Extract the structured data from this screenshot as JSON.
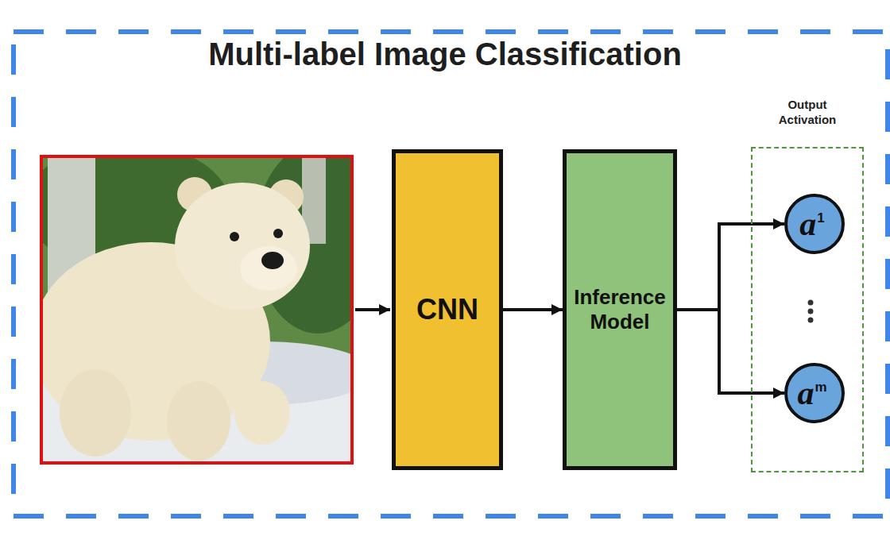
{
  "diagram": {
    "title": "Multi-label Image Classification",
    "nodes": [
      {
        "text": [
          "CNN"
        ]
      },
      {
        "text": [
          "Inference Model"
        ]
      },
      {
        "text": [
          "Output Activation"
        ]
      },
      {
        "text": [
          "a",
          "1"
        ],
        "in": 2
      },
      {
        "text": [
          "a",
          "m"
        ],
        "in": 2
      }
    ],
    "edges": [
      {
        "from": 0,
        "to": 1,
        "arrow": "to"
      },
      {
        "from": 1,
        "to": 3,
        "arrow": "to"
      },
      {
        "from": 1,
        "to": 4,
        "arrow": "to"
      }
    ]
  }
}
